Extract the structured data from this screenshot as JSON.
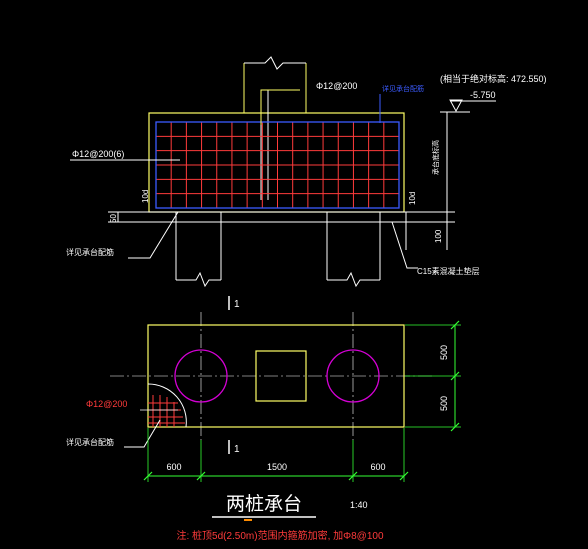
{
  "section": {
    "label_top_bar": "Φ12@200",
    "label_side_bar": "Φ12@200(6)",
    "label_blue_note": "详见承台配筋",
    "label_elev": "(相当于绝对标高: 472.550)",
    "label_elev_value": "-5.750",
    "label_vertical_note": "承台底标高",
    "label_10d_left": "10d",
    "label_10d_right": "10d",
    "label_50": "50",
    "label_100": "100",
    "label_cushion_ref": "详见承台配筋",
    "label_c15": "C15素混凝土垫层"
  },
  "plan": {
    "section_mark_top": "1",
    "section_mark_bottom": "1",
    "dim_right_top": "500",
    "dim_right_bottom": "500",
    "corner_bar": "Φ12@200",
    "corner_ref": "详见承台配筋",
    "dim_bottom": [
      "600",
      "1500",
      "600"
    ]
  },
  "title": {
    "main": "两桩承台",
    "scale": "1:40",
    "note": "注: 桩顶5d(2.50m)范围内箍筋加密, 加Φ8@100"
  },
  "colors": {
    "outline": "#ffff66",
    "rebar": "#ff3b3b",
    "blue": "#3b5bff",
    "white": "#ffffff",
    "magenta": "#d400d4",
    "green": "#33ff33",
    "leader": "#ffffff"
  }
}
